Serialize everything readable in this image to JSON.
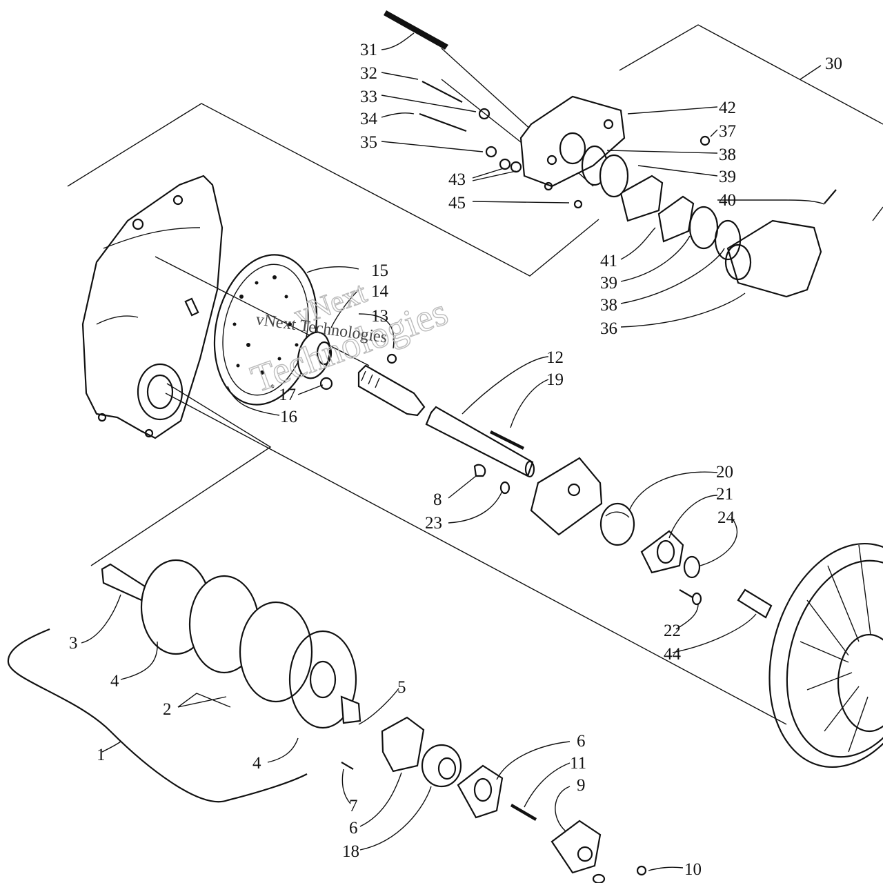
{
  "watermark": {
    "line1": "vNext",
    "line2": "Technologies",
    "line3": "vNext Technologies"
  },
  "callouts": [
    {
      "id": "c31",
      "label": "31"
    },
    {
      "id": "c32",
      "label": "32"
    },
    {
      "id": "c33",
      "label": "33"
    },
    {
      "id": "c34",
      "label": "34"
    },
    {
      "id": "c35",
      "label": "35"
    },
    {
      "id": "c43",
      "label": "43"
    },
    {
      "id": "c45",
      "label": "45"
    },
    {
      "id": "c30",
      "label": "30"
    },
    {
      "id": "c42",
      "label": "42"
    },
    {
      "id": "c37",
      "label": "37"
    },
    {
      "id": "c38a",
      "label": "38"
    },
    {
      "id": "c39a",
      "label": "39"
    },
    {
      "id": "c40",
      "label": "40"
    },
    {
      "id": "c41",
      "label": "41"
    },
    {
      "id": "c39b",
      "label": "39"
    },
    {
      "id": "c38b",
      "label": "38"
    },
    {
      "id": "c36",
      "label": "36"
    },
    {
      "id": "c15",
      "label": "15"
    },
    {
      "id": "c14",
      "label": "14"
    },
    {
      "id": "c13",
      "label": "13"
    },
    {
      "id": "c17",
      "label": "17"
    },
    {
      "id": "c16",
      "label": "16"
    },
    {
      "id": "c12",
      "label": "12"
    },
    {
      "id": "c19",
      "label": "19"
    },
    {
      "id": "c8",
      "label": "8"
    },
    {
      "id": "c23",
      "label": "23"
    },
    {
      "id": "c20",
      "label": "20"
    },
    {
      "id": "c21",
      "label": "21"
    },
    {
      "id": "c24",
      "label": "24"
    },
    {
      "id": "c22",
      "label": "22"
    },
    {
      "id": "c44",
      "label": "44"
    },
    {
      "id": "c3",
      "label": "3"
    },
    {
      "id": "c4a",
      "label": "4"
    },
    {
      "id": "c2",
      "label": "2"
    },
    {
      "id": "c1",
      "label": "1"
    },
    {
      "id": "c4b",
      "label": "4"
    },
    {
      "id": "c5",
      "label": "5"
    },
    {
      "id": "c7",
      "label": "7"
    },
    {
      "id": "c6a",
      "label": "6"
    },
    {
      "id": "c18",
      "label": "18"
    },
    {
      "id": "c6b",
      "label": "6"
    },
    {
      "id": "c11",
      "label": "11"
    },
    {
      "id": "c9",
      "label": "9"
    },
    {
      "id": "c10",
      "label": "10"
    }
  ]
}
